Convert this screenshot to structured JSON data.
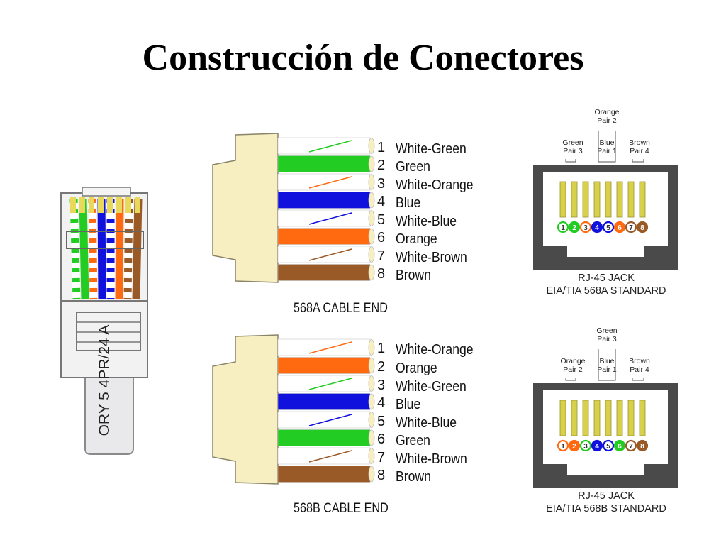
{
  "title": "Construcción de Conectores",
  "plug_cable_text": "ORY 5 4PR/24 A",
  "t568a": {
    "cable_end_label": "568A CABLE END",
    "wires": [
      {
        "num": "1",
        "label": "White-Green"
      },
      {
        "num": "2",
        "label": "Green"
      },
      {
        "num": "3",
        "label": "White-Orange"
      },
      {
        "num": "4",
        "label": "Blue"
      },
      {
        "num": "5",
        "label": "White-Blue"
      },
      {
        "num": "6",
        "label": "Orange"
      },
      {
        "num": "7",
        "label": "White-Brown"
      },
      {
        "num": "8",
        "label": "Brown"
      }
    ],
    "jack": {
      "top_pair": {
        "line1": "Orange",
        "line2": "Pair 2"
      },
      "pairs": [
        {
          "line1": "Green",
          "line2": "Pair 3"
        },
        {
          "line1": "Blue",
          "line2": "Pair 1"
        },
        {
          "line1": "Brown",
          "line2": "Pair 4"
        }
      ],
      "caption_line1": "RJ-45 JACK",
      "caption_line2": "EIA/TIA 568A STANDARD"
    }
  },
  "t568b": {
    "cable_end_label": "568B CABLE END",
    "wires": [
      {
        "num": "1",
        "label": "White-Orange"
      },
      {
        "num": "2",
        "label": "Orange"
      },
      {
        "num": "3",
        "label": "White-Green"
      },
      {
        "num": "4",
        "label": "Blue"
      },
      {
        "num": "5",
        "label": "White-Blue"
      },
      {
        "num": "6",
        "label": "Green"
      },
      {
        "num": "7",
        "label": "White-Brown"
      },
      {
        "num": "8",
        "label": "Brown"
      }
    ],
    "jack": {
      "top_pair": {
        "line1": "Green",
        "line2": "Pair 3"
      },
      "pairs": [
        {
          "line1": "Orange",
          "line2": "Pair 2"
        },
        {
          "line1": "Blue",
          "line2": "Pair 1"
        },
        {
          "line1": "Brown",
          "line2": "Pair 4"
        }
      ],
      "caption_line1": "RJ-45 JACK",
      "caption_line2": "EIA/TIA 568B STANDARD"
    }
  },
  "colors": {
    "green": "#22cc22",
    "orange": "#ff6a10",
    "blue": "#1111dd",
    "brown": "#9a5a28",
    "connector_body": "#f7efc2",
    "jack_frame": "#4a4a4a",
    "pin_gold": "#d8cf4a"
  }
}
